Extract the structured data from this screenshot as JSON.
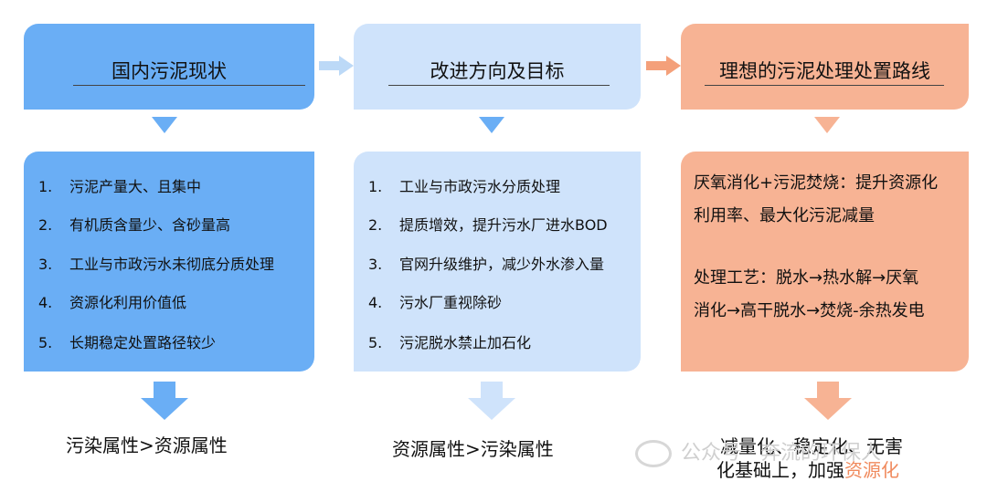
{
  "columns": [
    {
      "header": "国内污泥现状",
      "items": [
        {
          "num": "1.",
          "text": "污泥产量大、且集中"
        },
        {
          "num": "2.",
          "text": "有机质含量少、含砂量高"
        },
        {
          "num": "3.",
          "text": "工业与市政污水未彻底分质处理"
        },
        {
          "num": "4.",
          "text": "资源化利用价值低"
        },
        {
          "num": "5.",
          "text": "长期稳定处置路径较少"
        }
      ],
      "conclusion": "污染属性>资源属性"
    },
    {
      "header": "改进方向及目标",
      "items": [
        {
          "num": "1.",
          "text": "工业与市政污水分质处理"
        },
        {
          "num": "2.",
          "text": "提质增效，提升污水厂进水BOD"
        },
        {
          "num": "3.",
          "text": "官网升级维护，减少外水渗入量"
        },
        {
          "num": "4.",
          "text": "污水厂重视除砂"
        },
        {
          "num": "5.",
          "text": "污泥脱水禁止加石化"
        }
      ],
      "conclusion": "资源属性>污染属性"
    },
    {
      "header": "理想的污泥处理处置路线",
      "para1_line1": "厌氧消化+污泥焚烧：提升资源化",
      "para1_line2": "利用率、最大化污泥减量",
      "para2_line1": "处理工艺：脱水→热水解→厌氧",
      "para2_line2": "消化→高干脱水→焚烧-余热发电",
      "conclusion_line1": "减量化、稳定化、无害",
      "conclusion_line2_prefix": "化基础上，加强",
      "conclusion_line2_accent": "资源化"
    }
  ],
  "watermark": "公众号 · 奔流的环保人",
  "colors": {
    "col1_header": "#6aaef5",
    "col1_body": "#6aaef5",
    "col2_header": "#cfe3fb",
    "col2_body": "#cfe3fb",
    "col3_header": "#f7b394",
    "col3_body": "#f7b394",
    "accent": "#f08a5d"
  }
}
